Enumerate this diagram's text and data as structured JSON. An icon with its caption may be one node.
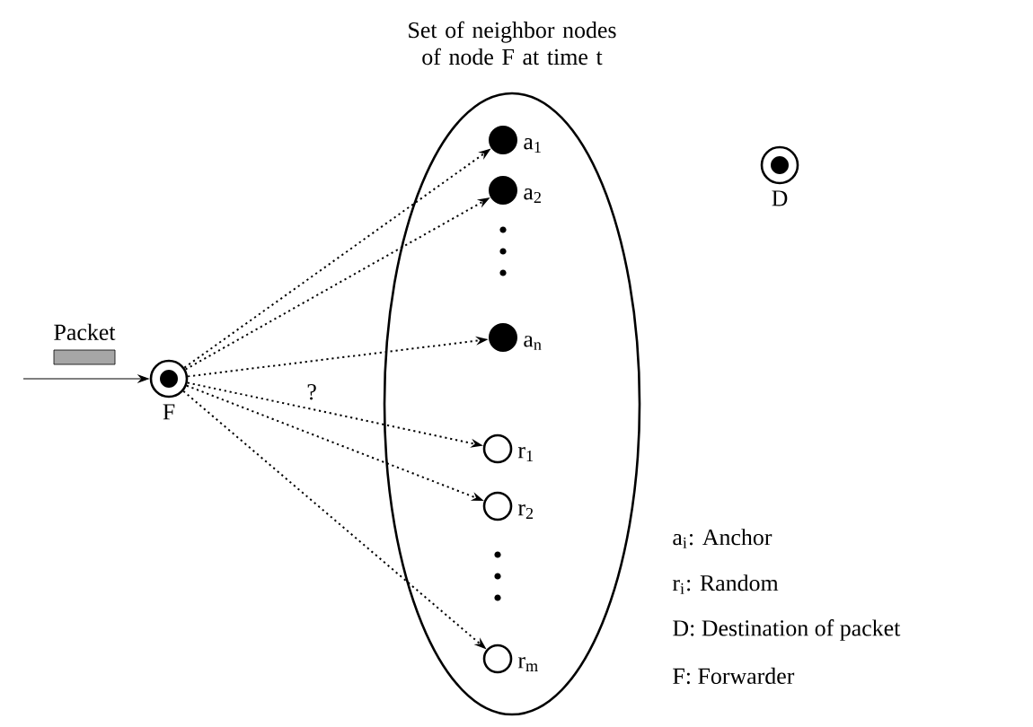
{
  "diagram": {
    "nodes": [
      {
        "text": [
          "Set of neighbor nodes of node F at time t"
        ]
      },
      {
        "text": [],
        "shape": "circle",
        "beside": [
          "F"
        ]
      },
      {
        "text": [
          "Packet"
        ]
      },
      {
        "text": [],
        "shape": "circle",
        "in": 0,
        "beside": [
          "a$_{1}$"
        ]
      },
      {
        "text": [],
        "shape": "circle",
        "in": 0,
        "beside": [
          "a$_{2}$"
        ]
      },
      {
        "text": [],
        "shape": "circle",
        "in": 0,
        "beside": [
          "a$_{n}$"
        ]
      },
      {
        "text": [],
        "shape": "circle",
        "in": 0,
        "beside": [
          "r$_{1}$"
        ]
      },
      {
        "text": [],
        "shape": "circle",
        "in": 0,
        "beside": [
          "r$_{2}$"
        ]
      },
      {
        "text": [],
        "shape": "circle",
        "in": 0,
        "beside": [
          "r$_{m}$"
        ]
      },
      {
        "text": [],
        "shape": "circle",
        "beside": [
          "D"
        ]
      }
    ],
    "edges": [
      {
        "from": null,
        "to": 1,
        "arrow": "to"
      },
      {
        "from": 1,
        "to": 3,
        "arrow": "to",
        "style": "dashed"
      },
      {
        "from": 1,
        "to": 4,
        "arrow": "to",
        "style": "dashed"
      },
      {
        "from": 1,
        "to": 5,
        "arrow": "to",
        "style": "dashed"
      },
      {
        "from": 1,
        "to": 6,
        "arrow": "to",
        "style": "dashed",
        "label": "?"
      },
      {
        "from": 1,
        "to": 7,
        "arrow": "to",
        "style": "dashed"
      },
      {
        "from": 1,
        "to": 8,
        "arrow": "to",
        "style": "dashed"
      }
    ],
    "labels": [
      "a$_{i}$: Anchor",
      "r$_{i}$: Random",
      "D: Destination of packet",
      "F: Forwarder"
    ]
  }
}
